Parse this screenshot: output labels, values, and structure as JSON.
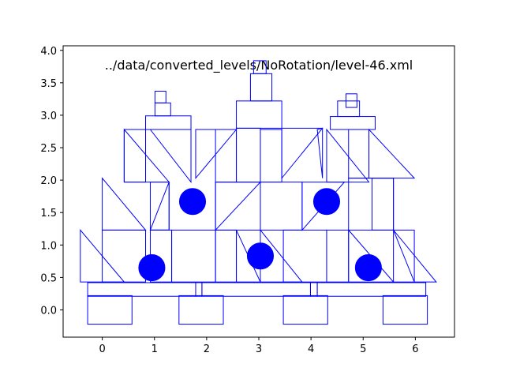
{
  "chart_data": {
    "type": "scatter",
    "title": "../data/converted_levels/NoRotation/level-46.xml",
    "xlabel": "",
    "ylabel": "",
    "xlim": [
      -0.75,
      6.75
    ],
    "ylim": [
      -0.42,
      4.07
    ],
    "xticks": [
      "0",
      "1",
      "2",
      "3",
      "4",
      "5",
      "6"
    ],
    "yticks": [
      "0.0",
      "0.5",
      "1.0",
      "1.5",
      "2.0",
      "2.5",
      "3.0",
      "3.5",
      "4.0"
    ],
    "grid": false,
    "legend": "none",
    "stroke_color": "#0000ff",
    "fill_color": "#0000ff",
    "rects": [
      {
        "x0": -0.28,
        "y0": -0.22,
        "x1": 0.57,
        "y1": 0.22
      },
      {
        "x0": 1.47,
        "y0": -0.22,
        "x1": 2.32,
        "y1": 0.22
      },
      {
        "x0": 3.47,
        "y0": -0.22,
        "x1": 4.32,
        "y1": 0.22
      },
      {
        "x0": 5.38,
        "y0": -0.22,
        "x1": 6.23,
        "y1": 0.22
      },
      {
        "x0": -0.28,
        "y0": 0.21,
        "x1": 1.79,
        "y1": 0.42
      },
      {
        "x0": 1.91,
        "y0": 0.21,
        "x1": 3.99,
        "y1": 0.42
      },
      {
        "x0": 4.12,
        "y0": 0.21,
        "x1": 6.2,
        "y1": 0.42
      },
      {
        "x0": 1.79,
        "y0": 0.21,
        "x1": 1.91,
        "y1": 0.42
      },
      {
        "x0": 3.99,
        "y0": 0.21,
        "x1": 4.12,
        "y1": 0.42
      },
      {
        "x0": 0.0,
        "y0": 0.43,
        "x1": 0.83,
        "y1": 1.23
      },
      {
        "x0": 0.92,
        "y0": 0.43,
        "x1": 1.33,
        "y1": 1.23
      },
      {
        "x0": 1.33,
        "y0": 0.43,
        "x1": 2.17,
        "y1": 1.23
      },
      {
        "x0": 2.17,
        "y0": 0.43,
        "x1": 2.57,
        "y1": 1.23
      },
      {
        "x0": 3.47,
        "y0": 0.43,
        "x1": 4.3,
        "y1": 1.23
      },
      {
        "x0": 4.3,
        "y0": 0.43,
        "x1": 4.72,
        "y1": 1.23
      },
      {
        "x0": 5.58,
        "y0": 0.43,
        "x1": 5.98,
        "y1": 1.23
      },
      {
        "x0": 0.92,
        "y0": 1.23,
        "x1": 1.28,
        "y1": 1.97
      },
      {
        "x0": 2.17,
        "y0": 1.97,
        "x1": 3.03,
        "y1": 1.23
      },
      {
        "x0": 3.03,
        "y0": 1.23,
        "x1": 3.83,
        "y1": 1.97
      },
      {
        "x0": 4.72,
        "y0": 1.23,
        "x1": 5.58,
        "y1": 2.03
      },
      {
        "x0": 5.17,
        "y0": 1.23,
        "x1": 5.58,
        "y1": 2.03
      },
      {
        "x0": 0.42,
        "y0": 1.97,
        "x1": 0.83,
        "y1": 2.78
      },
      {
        "x0": 2.17,
        "y0": 1.97,
        "x1": 2.57,
        "y1": 2.78
      },
      {
        "x0": 2.57,
        "y0": 1.97,
        "x1": 3.03,
        "y1": 2.8
      },
      {
        "x0": 3.03,
        "y0": 1.97,
        "x1": 3.44,
        "y1": 2.78
      },
      {
        "x0": 4.72,
        "y0": 2.03,
        "x1": 5.11,
        "y1": 2.78
      },
      {
        "x0": 0.83,
        "y0": 2.78,
        "x1": 1.7,
        "y1": 2.99
      },
      {
        "x0": 1.01,
        "y0": 2.99,
        "x1": 1.31,
        "y1": 3.19
      },
      {
        "x0": 1.01,
        "y0": 3.19,
        "x1": 1.22,
        "y1": 3.37
      },
      {
        "x0": 2.57,
        "y0": 2.8,
        "x1": 3.44,
        "y1": 3.22
      },
      {
        "x0": 2.84,
        "y0": 3.22,
        "x1": 3.25,
        "y1": 3.64
      },
      {
        "x0": 2.9,
        "y0": 3.64,
        "x1": 3.14,
        "y1": 3.84
      },
      {
        "x0": 4.37,
        "y0": 2.78,
        "x1": 5.23,
        "y1": 2.98
      },
      {
        "x0": 4.51,
        "y0": 2.98,
        "x1": 4.93,
        "y1": 3.22
      },
      {
        "x0": 4.67,
        "y0": 3.12,
        "x1": 4.88,
        "y1": 3.33
      }
    ],
    "polygons": [
      [
        [
          -0.42,
          0.43
        ],
        [
          -0.42,
          1.23
        ],
        [
          0.42,
          0.43
        ]
      ],
      [
        [
          0.0,
          1.23
        ],
        [
          0.0,
          2.03
        ],
        [
          0.83,
          1.23
        ]
      ],
      [
        [
          0.42,
          1.97
        ],
        [
          0.42,
          2.78
        ],
        [
          1.28,
          1.97
        ]
      ],
      [
        [
          0.92,
          2.78
        ],
        [
          1.7,
          2.78
        ],
        [
          1.7,
          1.97
        ]
      ],
      [
        [
          1.28,
          1.23
        ],
        [
          1.28,
          1.97
        ],
        [
          0.92,
          1.23
        ]
      ],
      [
        [
          2.17,
          1.23
        ],
        [
          2.17,
          1.97
        ],
        [
          3.03,
          1.97
        ]
      ],
      [
        [
          3.03,
          0.43
        ],
        [
          3.03,
          1.23
        ],
        [
          3.83,
          0.43
        ]
      ],
      [
        [
          1.79,
          2.78
        ],
        [
          1.79,
          2.03
        ],
        [
          2.57,
          2.78
        ]
      ],
      [
        [
          3.44,
          2.8
        ],
        [
          3.44,
          2.03
        ],
        [
          4.22,
          2.8
        ]
      ],
      [
        [
          3.83,
          1.97
        ],
        [
          3.83,
          1.23
        ],
        [
          4.64,
          1.97
        ]
      ],
      [
        [
          4.3,
          1.97
        ],
        [
          5.11,
          1.97
        ],
        [
          4.3,
          2.78
        ]
      ],
      [
        [
          4.12,
          2.78
        ],
        [
          4.22,
          2.03
        ],
        [
          4.22,
          2.8
        ]
      ],
      [
        [
          4.72,
          0.43
        ],
        [
          4.72,
          1.23
        ],
        [
          5.58,
          0.43
        ]
      ],
      [
        [
          5.58,
          1.23
        ],
        [
          5.98,
          0.43
        ],
        [
          6.4,
          0.43
        ]
      ],
      [
        [
          5.11,
          2.03
        ],
        [
          5.11,
          2.78
        ],
        [
          5.98,
          2.03
        ]
      ],
      [
        [
          2.57,
          0.43
        ],
        [
          2.57,
          1.23
        ],
        [
          3.03,
          0.43
        ]
      ]
    ],
    "circles": [
      {
        "x": 0.95,
        "y": 0.65,
        "r": 0.25
      },
      {
        "x": 1.73,
        "y": 1.67,
        "r": 0.25
      },
      {
        "x": 3.03,
        "y": 0.83,
        "r": 0.25
      },
      {
        "x": 4.3,
        "y": 1.67,
        "r": 0.25
      },
      {
        "x": 5.1,
        "y": 0.65,
        "r": 0.25
      }
    ]
  }
}
